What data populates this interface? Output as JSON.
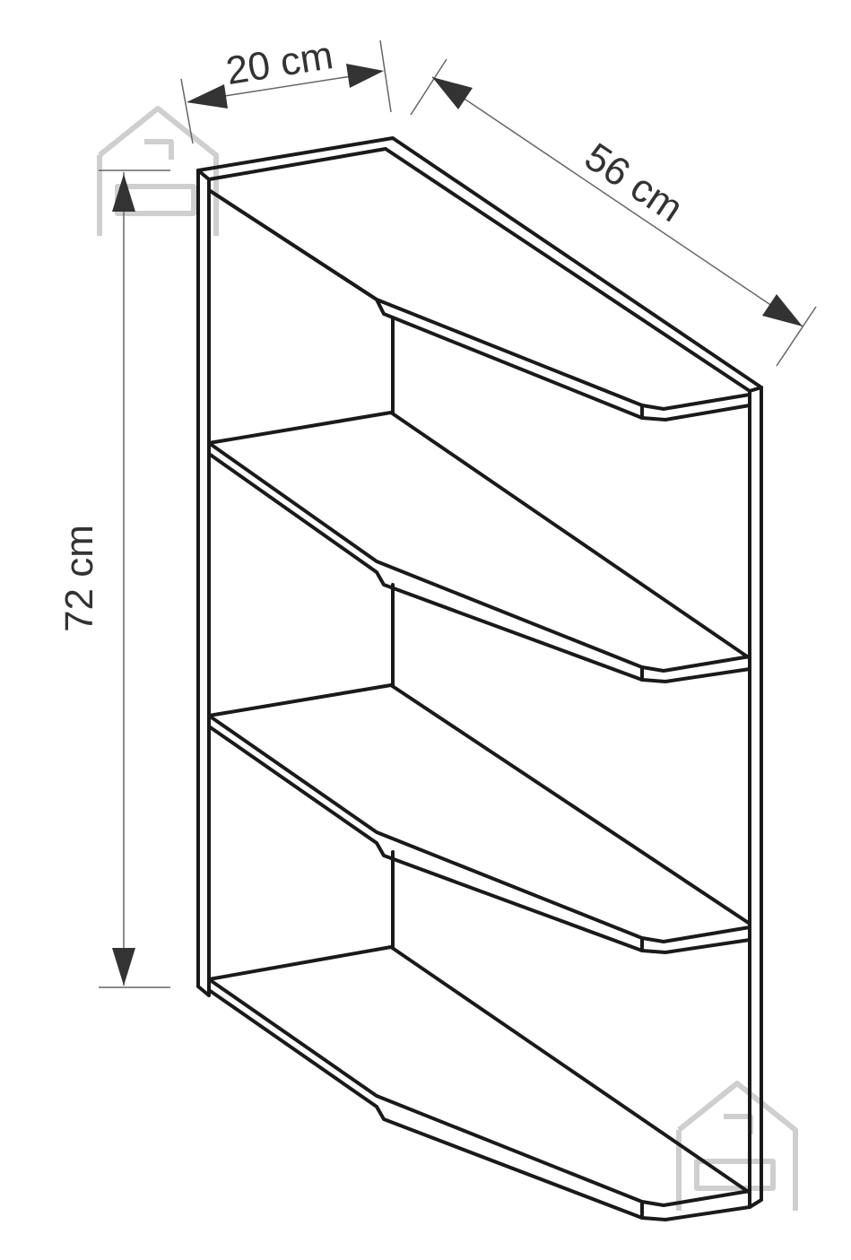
{
  "dimensions": {
    "width_label": "20 cm",
    "depth_label": "56 cm",
    "height_label": "72 cm"
  },
  "product": {
    "type": "corner open shelf cabinet",
    "shelves_visible": 4
  },
  "watermark": {
    "icon": "house-logo-icon",
    "count": 2
  },
  "colors": {
    "outline": "#1a1a1a",
    "dimension": "#333333",
    "watermark": "#cfcfcf"
  }
}
